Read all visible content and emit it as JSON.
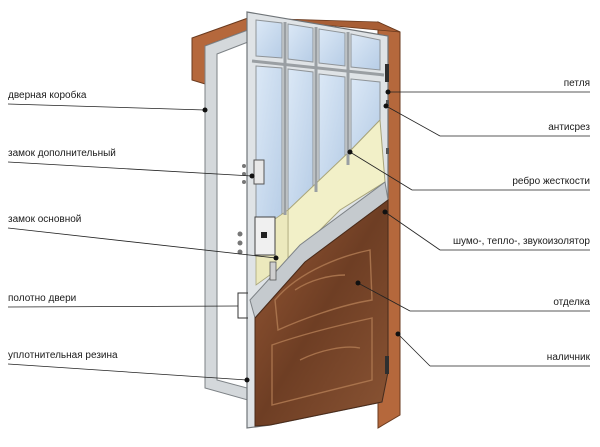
{
  "labels": {
    "door_frame": "дверная коробка",
    "extra_lock": "замок дополнительный",
    "main_lock": "замок основной",
    "door_leaf": "полотно двери",
    "sealing_rubber": "уплотнительная резина",
    "hinge": "петля",
    "anti_cut": "антисрез",
    "stiffener": "ребро жесткости",
    "insulator": "шумо-, тепло-, звукоизолятор",
    "finishing": "отделка",
    "trim": "наличник"
  },
  "colors": {
    "wood": "#b5683c",
    "wood_dark": "#8a4a26",
    "steel": "#cfd3d6",
    "steel_dark": "#8f9498",
    "glass": "#c9dcef",
    "insulation": "#f2f0c8",
    "finish": "#7a4a2e",
    "line": "#222222"
  }
}
